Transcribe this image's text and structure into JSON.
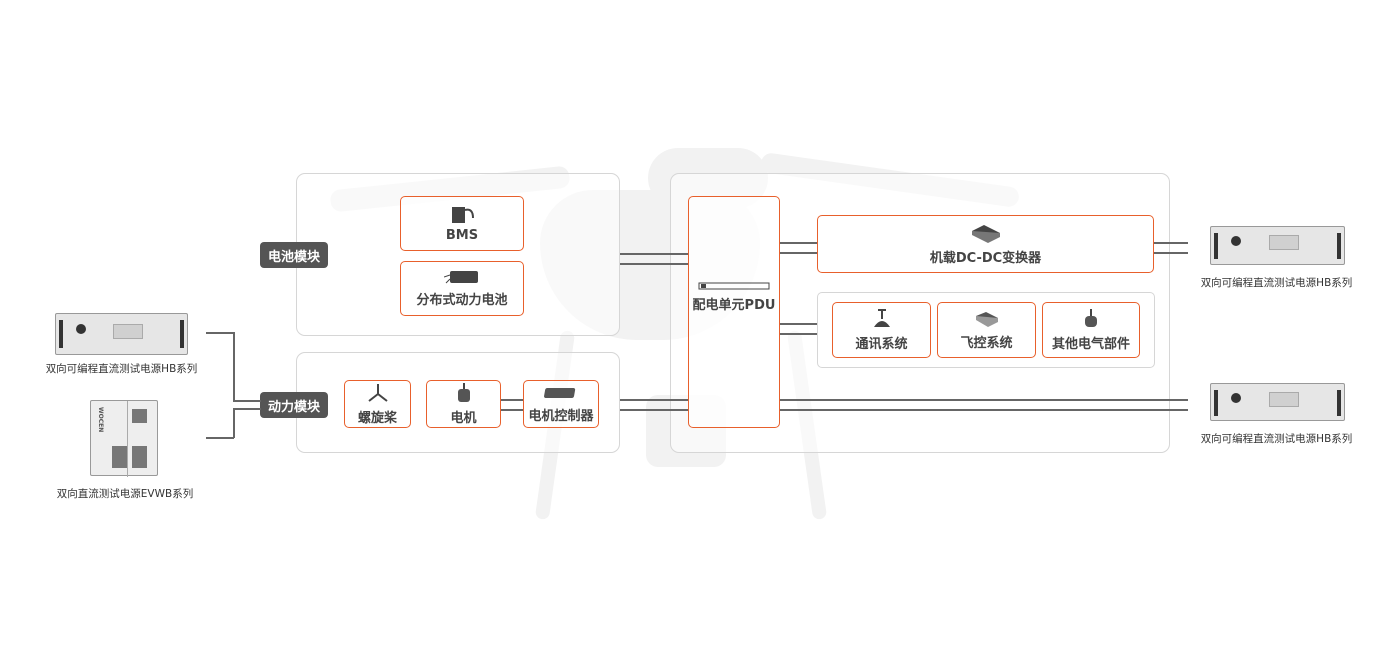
{
  "modules": {
    "battery": "电池模块",
    "power": "动力模块"
  },
  "boxes": {
    "bms": "BMS",
    "battery": "分布式动力电池",
    "propeller": "螺旋桨",
    "motor": "电机",
    "motor_controller": "电机控制器",
    "pdu": "配电单元PDU",
    "dcdc": "机载DC-DC变换器",
    "comm": "通讯系统",
    "flight_control": "飞控系统",
    "other": "其他电气部件"
  },
  "devices": {
    "left_hb": "双向可编程直流测试电源HB系列",
    "left_evwb": "双向直流测试电源EVWB系列",
    "right_hb_top": "双向可编程直流测试电源HB系列",
    "right_hb_bottom": "双向可编程直流测试电源HB系列",
    "evwb_logo": "WOCEN"
  },
  "colors": {
    "accent": "#e8602c",
    "tag": "#555555",
    "line": "#666666"
  }
}
